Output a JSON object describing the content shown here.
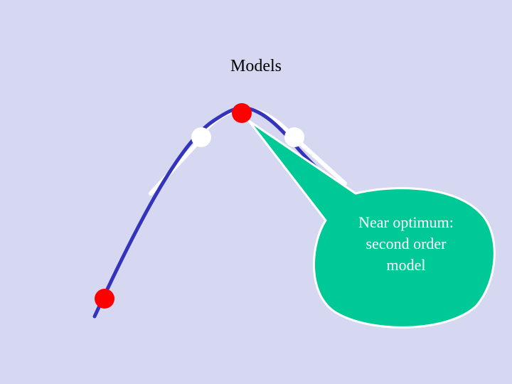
{
  "slide": {
    "title": "Models",
    "callout": {
      "lines": [
        "Near optimum:",
        "second order",
        "model"
      ]
    }
  },
  "colors": {
    "background": "#d6d8f2",
    "curve": "#3333bb",
    "model_line": "#ffffff",
    "point_red": "#ff0000",
    "point_white": "#ffffff",
    "callout_fill": "#00c998",
    "callout_border": "#ffffff"
  }
}
